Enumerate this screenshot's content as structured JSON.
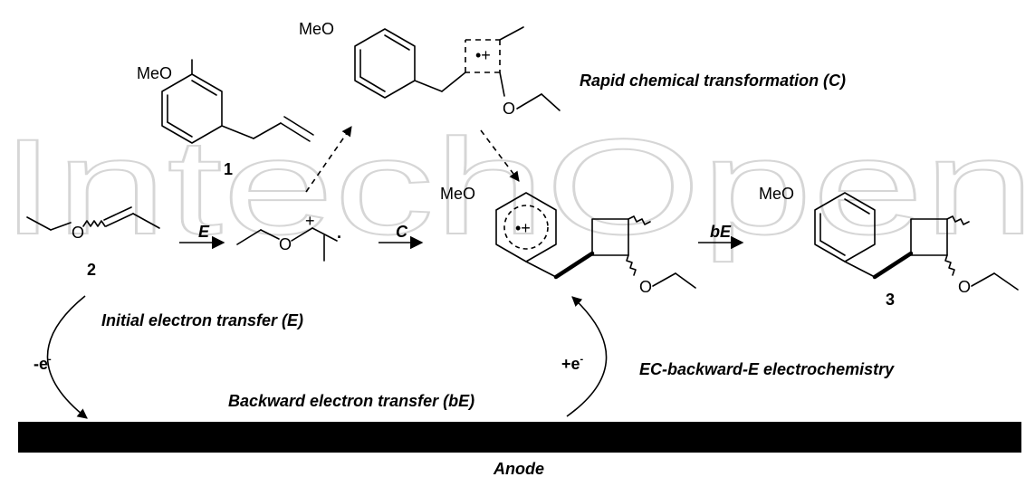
{
  "watermark": "IntechOpen",
  "compounds": {
    "c1": {
      "number": "1",
      "group": "MeO"
    },
    "c2": {
      "number": "2",
      "atom": "O"
    },
    "radical_cation": {
      "atom": "O",
      "charge": "+",
      "radical": "·"
    },
    "cyclobutane_cation": {
      "group": "MeO",
      "charge": "•+",
      "atom": "O"
    },
    "aryl_cation": {
      "group": "MeO",
      "charge": "•+",
      "atom": "O"
    },
    "c3": {
      "number": "3",
      "group": "MeO",
      "atom": "O"
    }
  },
  "arrows": {
    "E": "E",
    "C": "C",
    "bE": "bE"
  },
  "electron": {
    "minus_base": "-e",
    "plus_base": "+e",
    "sup": "-"
  },
  "labels": {
    "rapid": "Rapid chemical transformation (C)",
    "initial": "Initial electron transfer (E)",
    "ecbe": "EC-backward-E electrochemistry",
    "backward": "Backward electron transfer (bE)",
    "anode": "Anode"
  }
}
